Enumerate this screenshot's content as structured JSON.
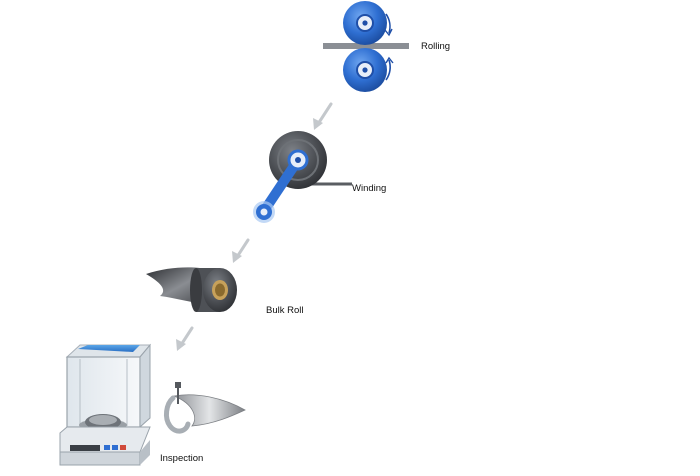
{
  "steps": {
    "rolling": {
      "label": "Rolling",
      "icon": "rolling-mill-icon"
    },
    "winding": {
      "label": "Winding",
      "icon": "winding-machine-icon"
    },
    "bulk_roll": {
      "label": "Bulk Roll",
      "icon": "foil-roll-icon"
    },
    "inspection": {
      "label": "Inspection",
      "icon": "analytical-balance-icon"
    }
  },
  "colors": {
    "roller_blue": "#2f6fd2",
    "roller_dark": "#1f4fa8",
    "arrow_gray": "#c4c8cc",
    "metal_dark": "#4b4e53",
    "metal_light": "#c9cbce"
  }
}
